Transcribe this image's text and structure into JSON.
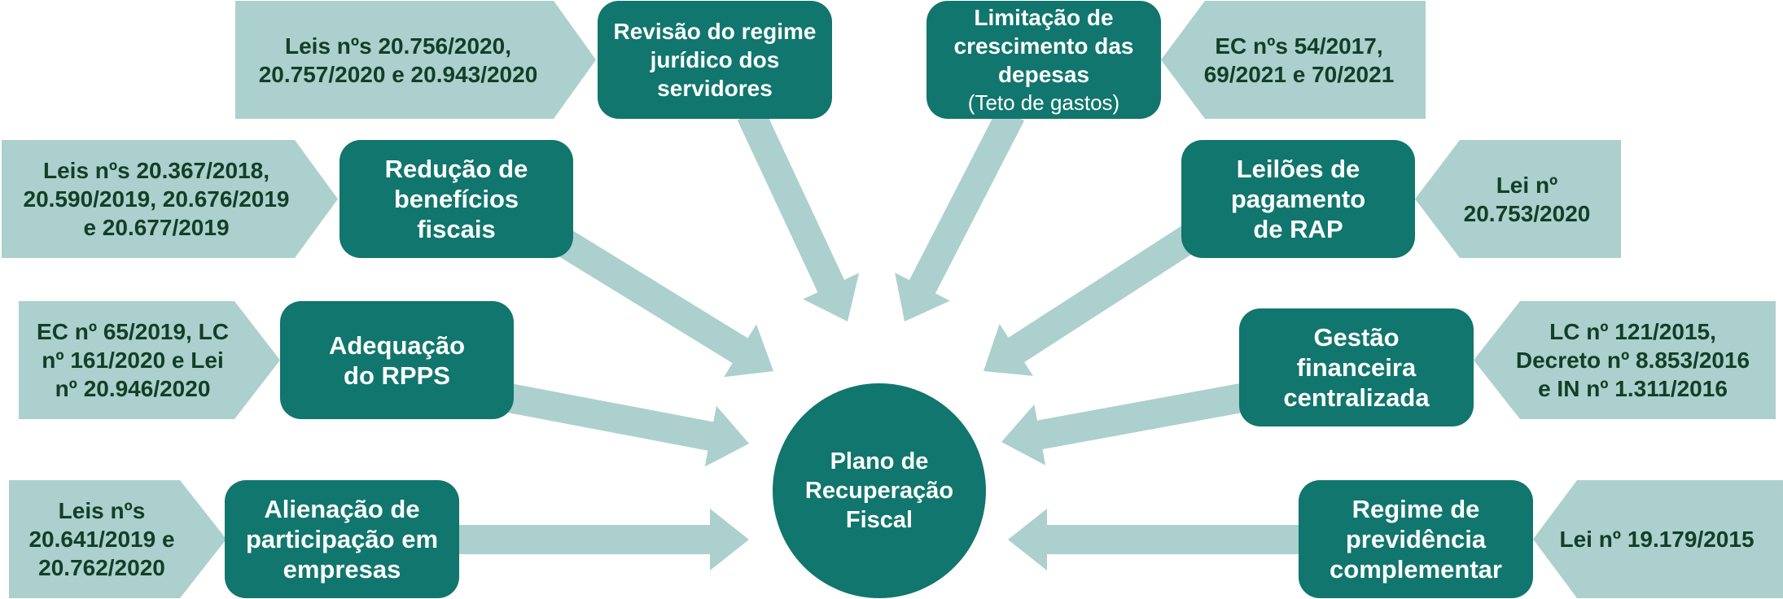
{
  "center": {
    "label": "Plano de Recuperação Fiscal"
  },
  "measures": [
    {
      "title": "Revisão do regime jurídico dos servidores",
      "laws": "Leis nºs 20.756/2020,\n20.757/2020 e 20.943/2020"
    },
    {
      "title": "Redução de benefícios fiscais",
      "laws": "Leis nºs 20.367/2018,\n20.590/2019, 20.676/2019\ne 20.677/2019"
    },
    {
      "title": "Adequação do RPPS",
      "laws": "EC nº 65/2019, LC\nnº 161/2020 e Lei\nnº 20.946/2020"
    },
    {
      "title": "Alienação de participação em empresas",
      "laws": "Leis nºs\n20.641/2019 e\n20.762/2020"
    },
    {
      "title": "Limitação de crescimento das depesas",
      "subtitle": "(Teto de gastos)",
      "laws": "EC nºs 54/2017,\n69/2021 e 70/2021"
    },
    {
      "title": "Leilões de pagamento de RAP",
      "laws": "Lei nº\n20.753/2020"
    },
    {
      "title": "Gestão financeira centralizada",
      "laws": "LC nº 121/2015,\nDecreto nº 8.853/2016\ne IN nº 1.311/2016"
    },
    {
      "title": "Regime de previdência complementar",
      "laws": "Lei nº 19.179/2015"
    }
  ],
  "colors": {
    "box": "#11766d",
    "light": "#acd0cd",
    "law_text": "#123f26"
  }
}
